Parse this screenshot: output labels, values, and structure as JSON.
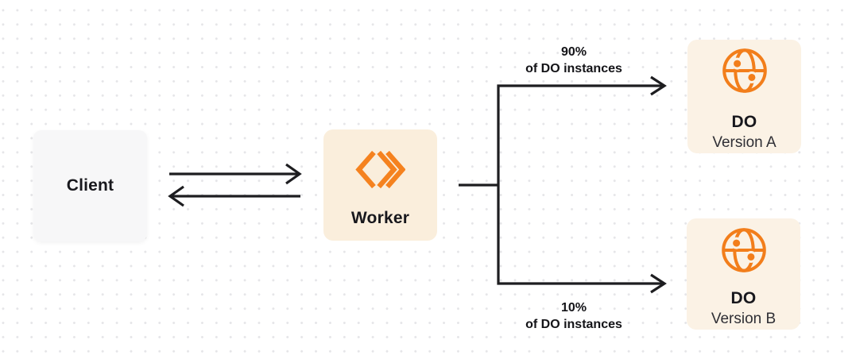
{
  "client": {
    "label": "Client"
  },
  "worker": {
    "label": "Worker"
  },
  "do_version_a": {
    "title": "DO",
    "subtitle": "Version A"
  },
  "do_version_b": {
    "title": "DO",
    "subtitle": "Version B"
  },
  "routing": {
    "top": {
      "percent": "90%",
      "caption": "of DO instances"
    },
    "bottom": {
      "percent": "10%",
      "caption": "of DO instances"
    }
  },
  "icons": {
    "worker": "cloudflare-workers-icon",
    "durable_object": "globe-icon"
  },
  "colors": {
    "accent_orange": "#F5821F",
    "line_dark": "#1D1D20",
    "worker_box_bg": "#FAEEDC",
    "do_box_bg": "#FBF2E5",
    "client_box_bg": "#F7F7F8"
  }
}
